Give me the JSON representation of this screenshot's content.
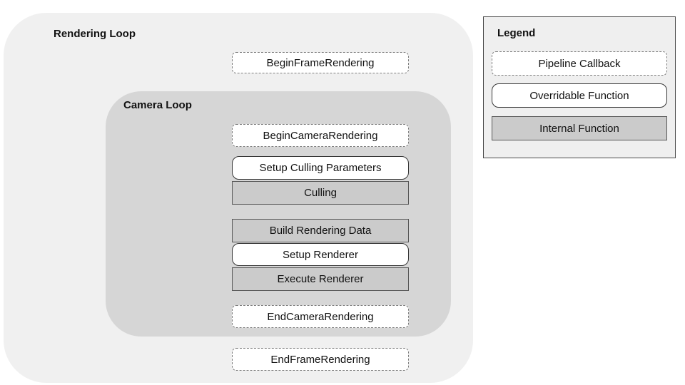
{
  "colors": {
    "page_bg": "#ffffff",
    "rendering_loop_bg": "#f0f0f0",
    "camera_loop_bg": "#d6d6d6",
    "internal_function_bg": "#cbcbcb",
    "callback_overridable_bg": "#ffffff",
    "dashed_border": "#7d7d7d",
    "solid_border": "#373737",
    "legend_bg": "#efefef",
    "legend_border": "#4a4a4a",
    "text": "#111111"
  },
  "rendering_loop": {
    "label": "Rendering Loop",
    "begin_frame_label": "BeginFrameRendering",
    "end_frame_label": "EndFrameRendering",
    "camera_loop": {
      "label": "Camera Loop",
      "begin_camera_label": "BeginCameraRendering",
      "setup_culling_parameters_label": "Setup Culling Parameters",
      "culling_label": "Culling",
      "build_rendering_data_label": "Build Rendering Data",
      "setup_renderer_label": "Setup Renderer",
      "execute_renderer_label": "Execute Renderer",
      "end_camera_label": "EndCameraRendering"
    }
  },
  "legend": {
    "title": "Legend",
    "items": [
      {
        "label": "Pipeline Callback",
        "style": "pipeline-callback"
      },
      {
        "label": "Overridable Function",
        "style": "overridable-function"
      },
      {
        "label": "Internal Function",
        "style": "internal-function"
      }
    ]
  }
}
